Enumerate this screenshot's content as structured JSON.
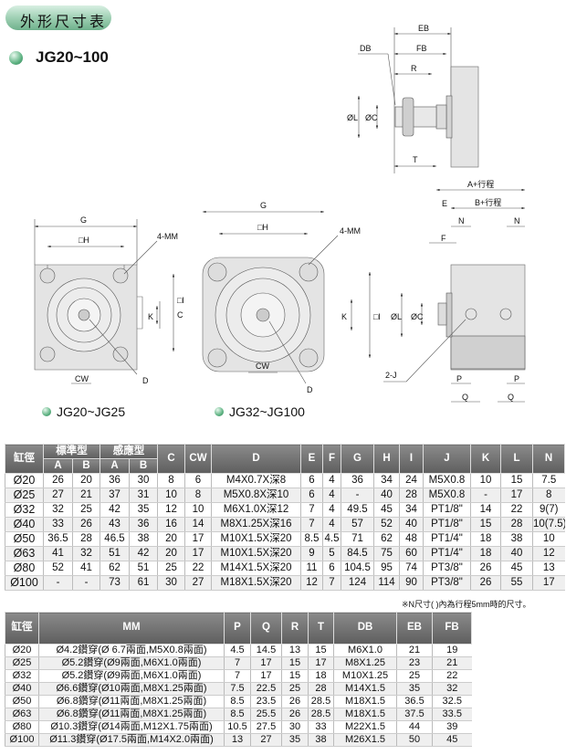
{
  "header": {
    "title": "外形尺寸表",
    "model": "JG20~100"
  },
  "drawings": {
    "caption_small": "JG20~JG25",
    "caption_large": "JG32~JG100",
    "labels": {
      "G": "G",
      "H": "□H",
      "MM": "4-MM",
      "K": "K",
      "I": "□I",
      "CW": "CW",
      "D": "D",
      "C": "C",
      "EB": "EB",
      "FB": "FB",
      "DB": "DB",
      "R": "R",
      "L": "ØL",
      "OC": "ØC",
      "T": "T",
      "A_stroke": "A+行程",
      "B_stroke": "B+行程",
      "E": "E",
      "N": "N",
      "F": "F",
      "J": "2-J",
      "P": "P",
      "Q": "Q"
    }
  },
  "table1": {
    "header_top": [
      "缸徑",
      "標準型",
      "感應型",
      "C",
      "CW",
      "D",
      "E",
      "F",
      "G",
      "H",
      "I",
      "J",
      "K",
      "L",
      "N"
    ],
    "header_sub": [
      "A",
      "B",
      "A",
      "B"
    ],
    "rows": [
      [
        "Ø20",
        "26",
        "20",
        "36",
        "30",
        "8",
        "6",
        "M4X0.7X深8",
        "6",
        "4",
        "36",
        "34",
        "24",
        "M5X0.8",
        "10",
        "15",
        "7.5"
      ],
      [
        "Ø25",
        "27",
        "21",
        "37",
        "31",
        "10",
        "8",
        "M5X0.8X深10",
        "6",
        "4",
        "-",
        "40",
        "28",
        "M5X0.8",
        "-",
        "17",
        "8"
      ],
      [
        "Ø32",
        "32",
        "25",
        "42",
        "35",
        "12",
        "10",
        "M6X1.0X深12",
        "7",
        "4",
        "49.5",
        "45",
        "34",
        "PT1/8\"",
        "14",
        "22",
        "9(7)"
      ],
      [
        "Ø40",
        "33",
        "26",
        "43",
        "36",
        "16",
        "14",
        "M8X1.25X深16",
        "7",
        "4",
        "57",
        "52",
        "40",
        "PT1/8\"",
        "15",
        "28",
        "10(7.5)"
      ],
      [
        "Ø50",
        "36.5",
        "28",
        "46.5",
        "38",
        "20",
        "17",
        "M10X1.5X深20",
        "8.5",
        "4.5",
        "71",
        "62",
        "48",
        "PT1/4\"",
        "18",
        "38",
        "10"
      ],
      [
        "Ø63",
        "41",
        "32",
        "51",
        "42",
        "20",
        "17",
        "M10X1.5X深20",
        "9",
        "5",
        "84.5",
        "75",
        "60",
        "PT1/4\"",
        "18",
        "40",
        "12"
      ],
      [
        "Ø80",
        "52",
        "41",
        "62",
        "51",
        "25",
        "22",
        "M14X1.5X深20",
        "11",
        "6",
        "104.5",
        "95",
        "74",
        "PT3/8\"",
        "26",
        "45",
        "13"
      ],
      [
        "Ø100",
        "-",
        "-",
        "73",
        "61",
        "30",
        "27",
        "M18X1.5X深20",
        "12",
        "7",
        "124",
        "114",
        "90",
        "PT3/8\"",
        "26",
        "55",
        "17"
      ]
    ],
    "note": "※N尺寸( )內為行程5mm時的尺寸。"
  },
  "table2": {
    "header": [
      "缸徑",
      "MM",
      "P",
      "Q",
      "R",
      "T",
      "DB",
      "EB",
      "FB"
    ],
    "rows": [
      [
        "Ø20",
        "Ø4.2鑽穿(Ø 6.7兩面,M5X0.8兩面)",
        "4.5",
        "14.5",
        "13",
        "15",
        "M6X1.0",
        "21",
        "19"
      ],
      [
        "Ø25",
        "Ø5.2鑽穿(Ø9兩面,M6X1.0兩面)",
        "7",
        "17",
        "15",
        "17",
        "M8X1.25",
        "23",
        "21"
      ],
      [
        "Ø32",
        "Ø5.2鑽穿(Ø9兩面,M6X1.0兩面)",
        "7",
        "17",
        "15",
        "18",
        "M10X1.25",
        "25",
        "22"
      ],
      [
        "Ø40",
        "Ø6.6鑽穿(Ø10兩面,M8X1.25兩面)",
        "7.5",
        "22.5",
        "25",
        "28",
        "M14X1.5",
        "35",
        "32"
      ],
      [
        "Ø50",
        "Ø6.8鑽穿(Ø11兩面,M8X1.25兩面)",
        "8.5",
        "23.5",
        "26",
        "28.5",
        "M18X1.5",
        "36.5",
        "32.5"
      ],
      [
        "Ø63",
        "Ø6.8鑽穿(Ø11兩面,M8X1.25兩面)",
        "8.5",
        "25.5",
        "26",
        "28.5",
        "M18X1.5",
        "37.5",
        "33.5"
      ],
      [
        "Ø80",
        "Ø10.3鑽穿(Ø14兩面,M12X1.75兩面)",
        "10.5",
        "27.5",
        "30",
        "33",
        "M22X1.5",
        "44",
        "39"
      ],
      [
        "Ø100",
        "Ø11.3鑽穿(Ø17.5兩面,M14X2.0兩面)",
        "13",
        "27",
        "35",
        "38",
        "M26X1.5",
        "50",
        "45"
      ]
    ]
  }
}
